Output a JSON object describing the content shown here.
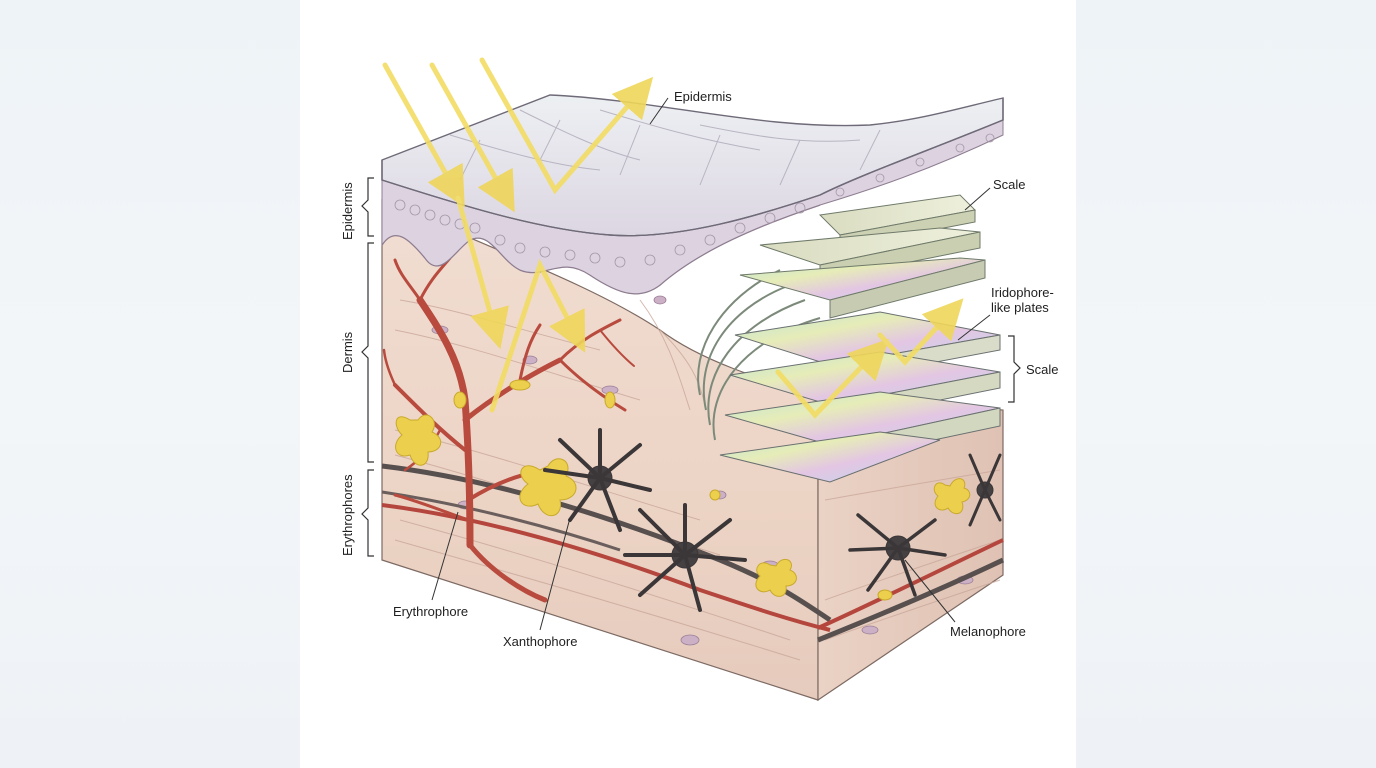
{
  "labels": {
    "epidermis_top": "Epidermis",
    "scale_top": "Scale",
    "iridophore_line1": "Iridophore-",
    "iridophore_line2": "like plates",
    "scale_right": "Scale",
    "erythrophore": "Erythrophore",
    "xanthophore": "Xanthophore",
    "melanophore": "Melanophore",
    "side_epidermis": "Epidermis",
    "side_dermis": "Dermis",
    "side_erythrophores": "Erythrophores"
  },
  "colors": {
    "light_ray": "#f3e27a",
    "erythrophore": "#b9463c",
    "xanthophore": "#e8cf4a",
    "melanophore": "#3f3b3d",
    "dermis": "#efd9cc",
    "epidermis": "#e7e3ea"
  }
}
